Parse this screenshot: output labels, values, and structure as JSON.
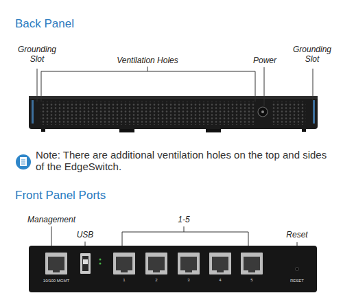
{
  "diagram": {
    "title": "Back Panel",
    "labels": [
      "Grounding Slot",
      "Ventilation Holes",
      "Power",
      "Grounding Slot",
      "Note: There are additional ventilation holes on the top and sides of the EdgeSwitch.",
      "Front Panel Ports",
      "Management",
      "USB",
      "1-5",
      "Reset",
      "10/100 MGMT",
      "1",
      "2",
      "3",
      "4",
      "5",
      "RESET"
    ]
  }
}
